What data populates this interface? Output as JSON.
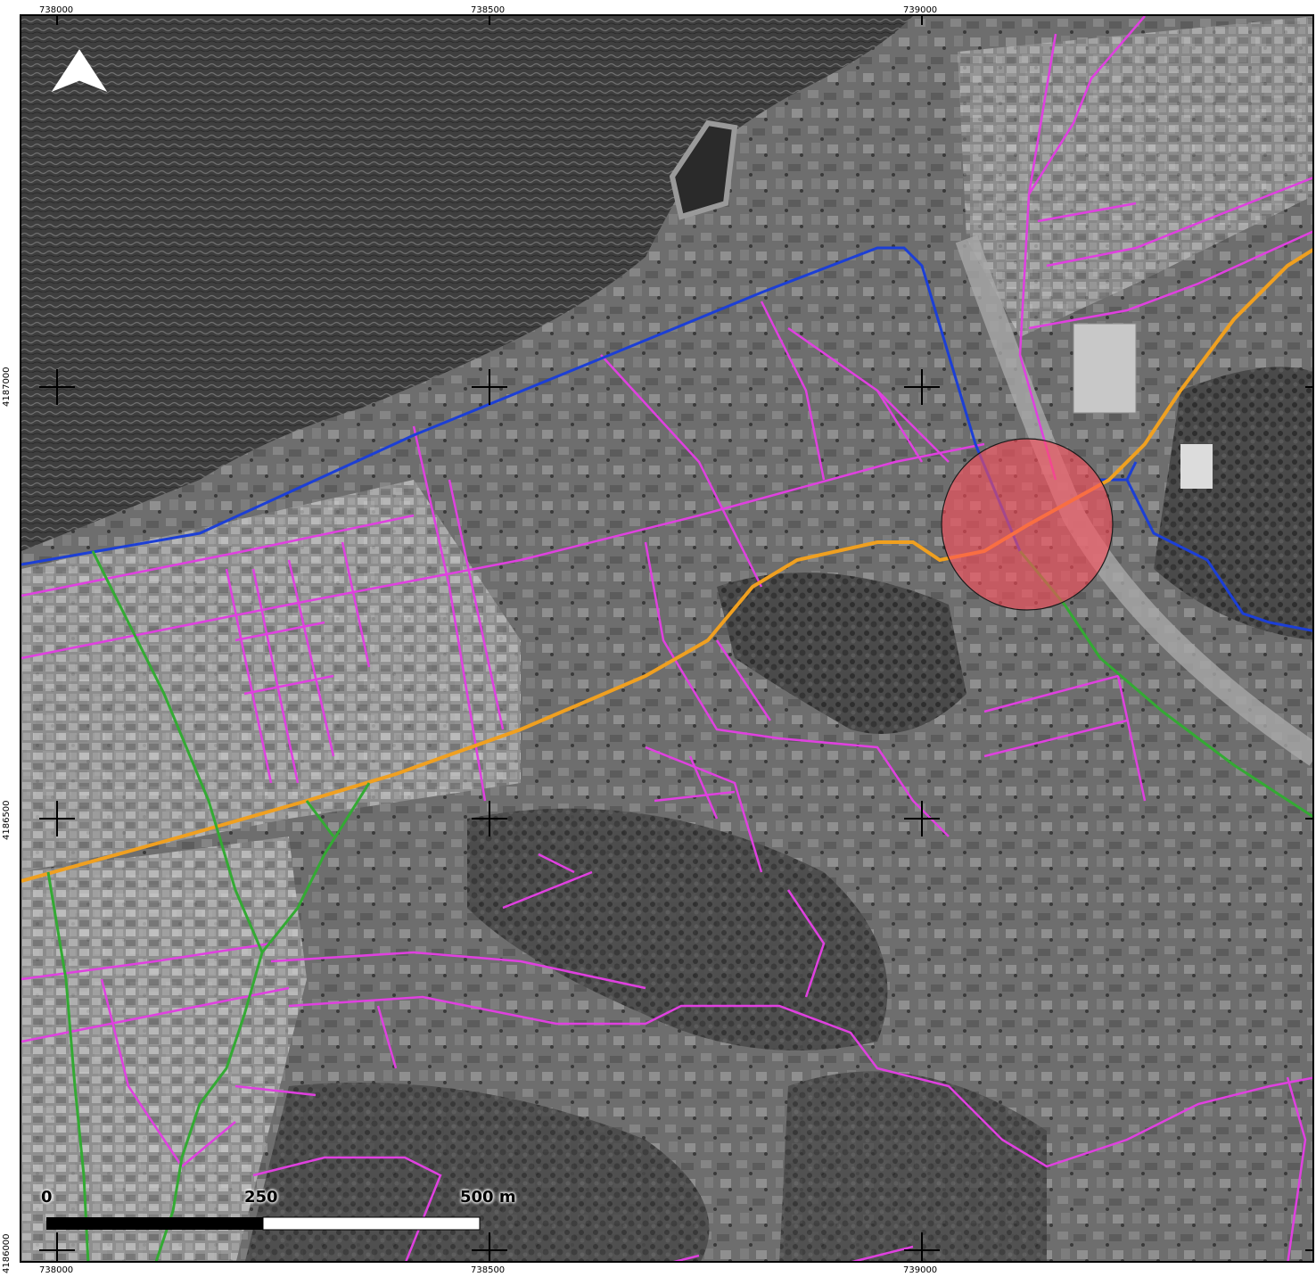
{
  "axis_labels": {
    "top": [
      "738000",
      "738500",
      "739000"
    ],
    "bottom": [
      "738000",
      "738500",
      "739000"
    ],
    "left": [
      "4187000",
      "4186500",
      "4186000"
    ]
  },
  "scale_bar": {
    "labels": [
      "0",
      "250",
      "500 m"
    ]
  },
  "colors": {
    "sea": "#4a4a4a",
    "land": "#6f6f6f",
    "road_blue": "#1c3fd6",
    "road_orange": "#f0a020",
    "road_green": "#33aa33",
    "road_magenta": "#e040e0",
    "highlight_circle": "#ff4d5a"
  },
  "icons": {
    "north_arrow": "north-arrow-icon",
    "grid_cross": "crosshair-icon"
  }
}
